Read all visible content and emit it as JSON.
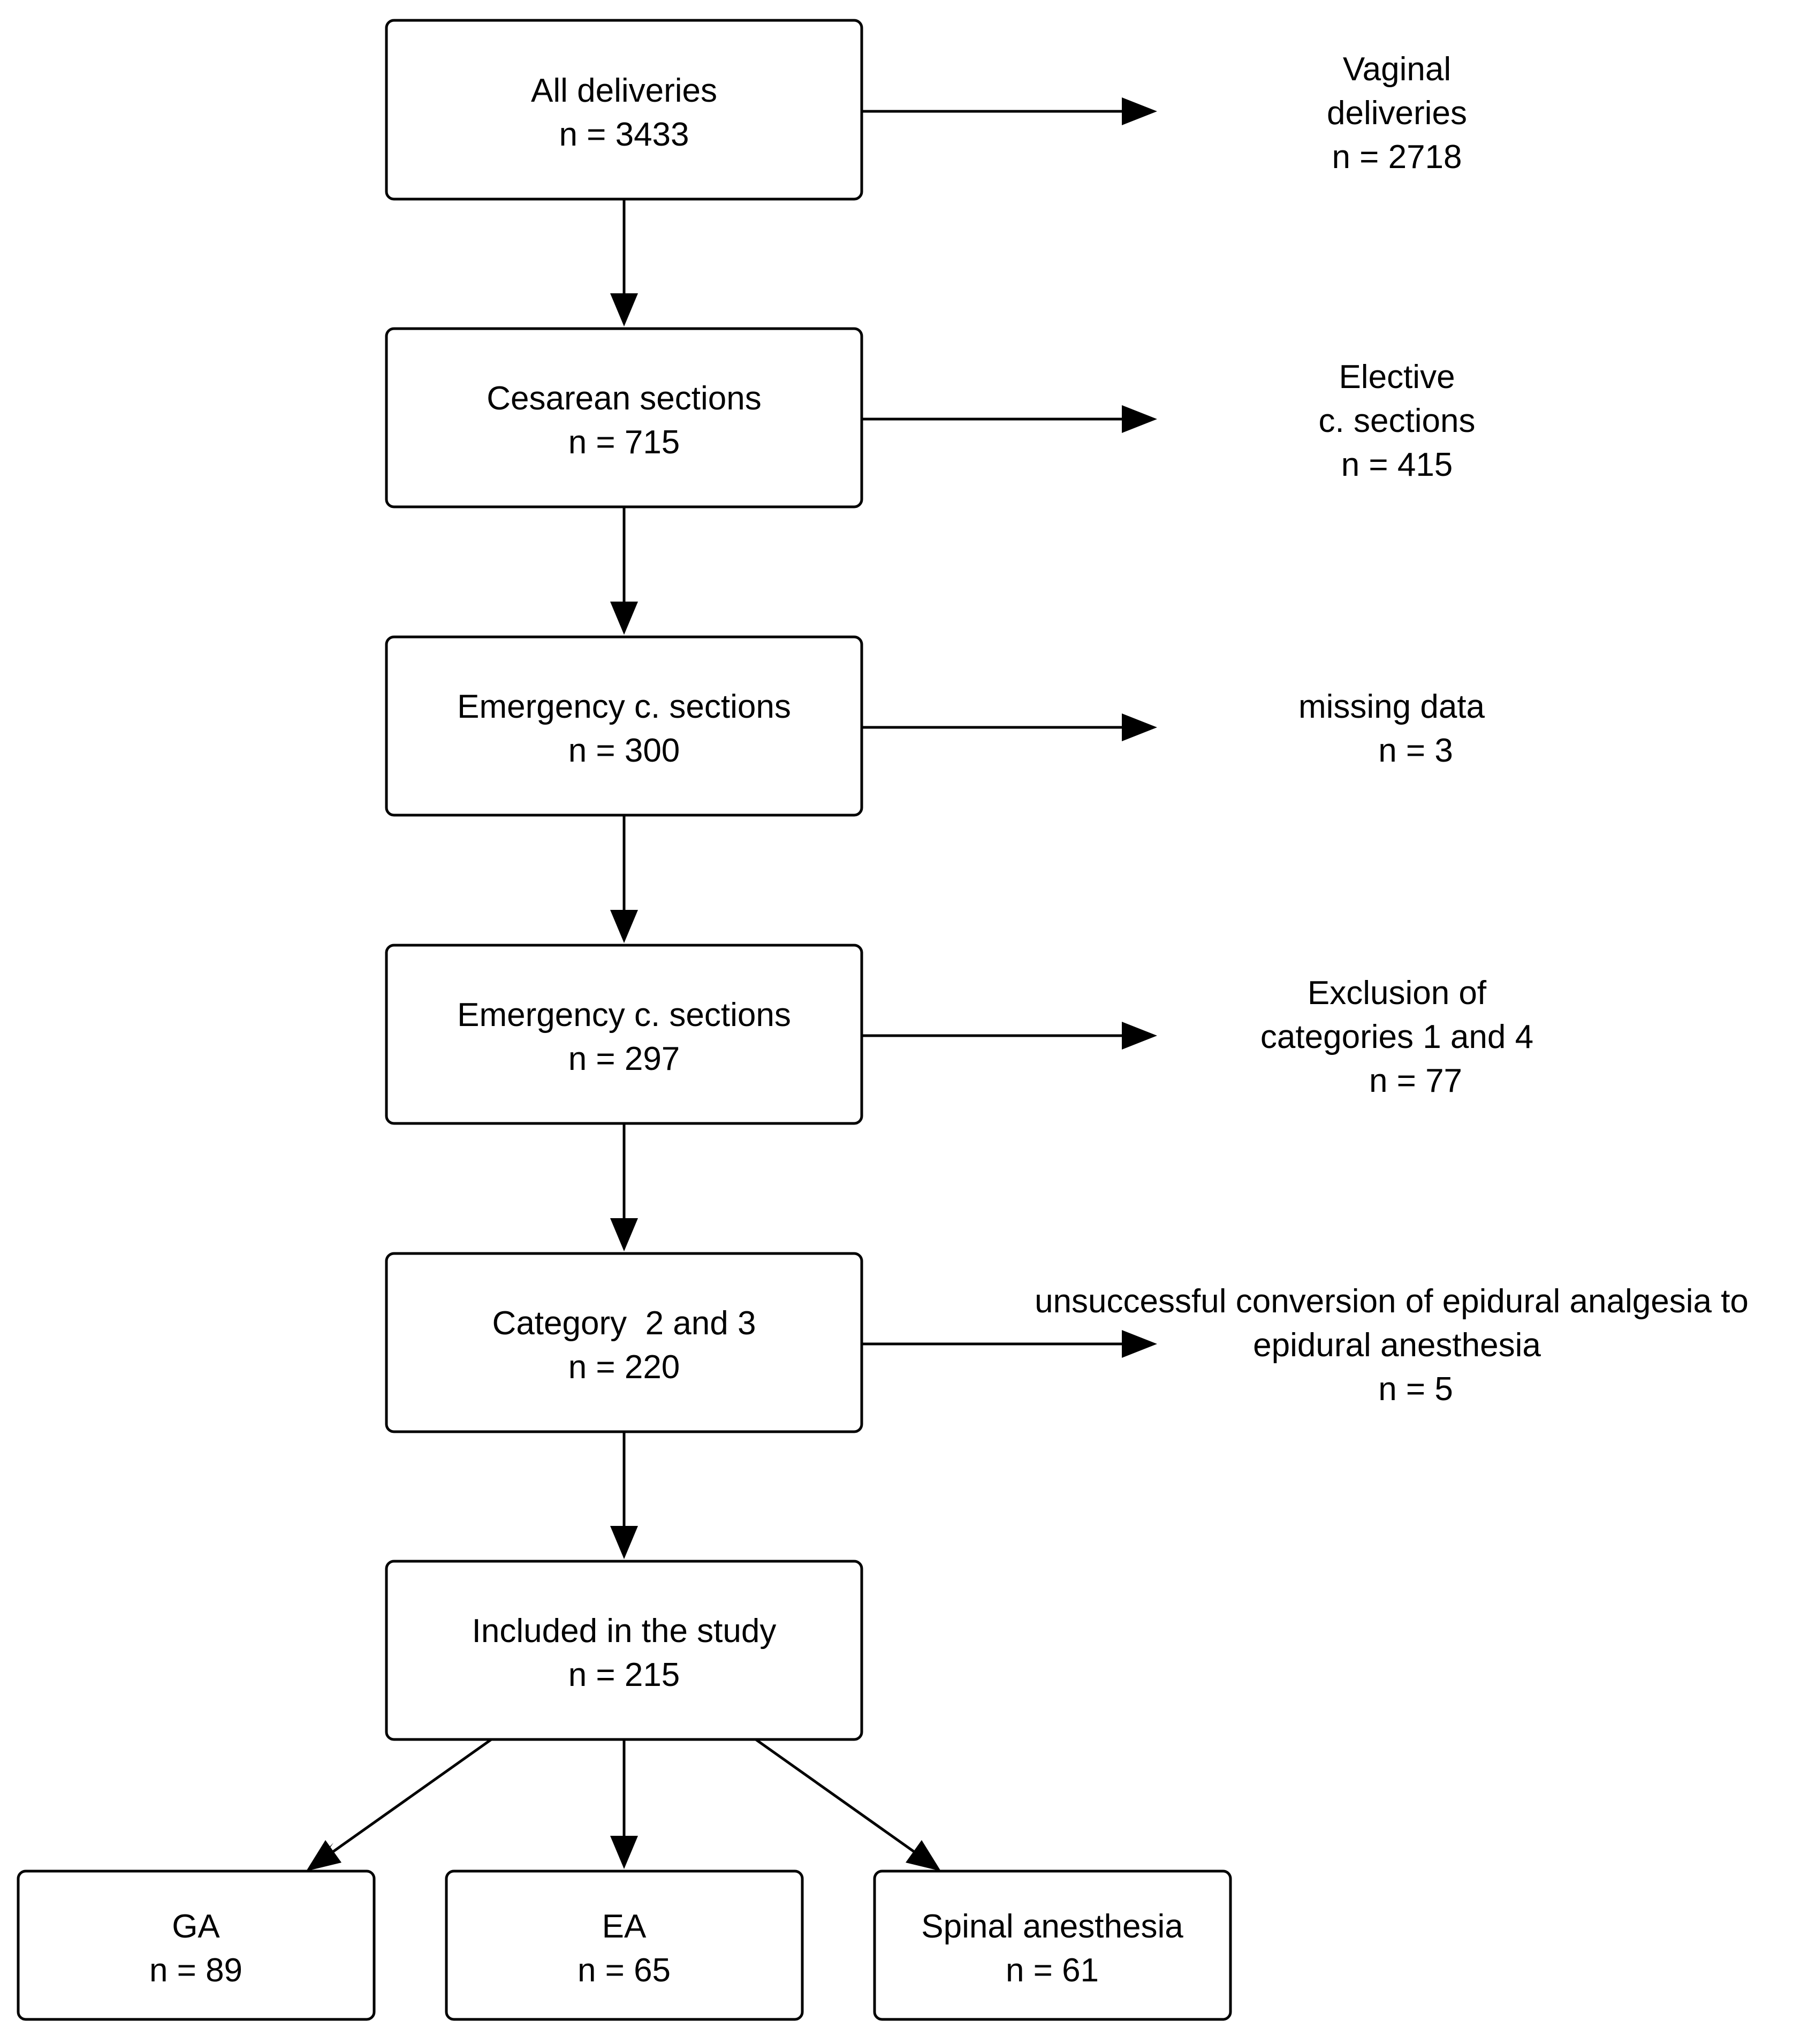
{
  "main_flow": [
    {
      "id": "all",
      "label": "All deliveries",
      "n": "n = 3433"
    },
    {
      "id": "cesarean",
      "label": "Cesarean sections",
      "n": "n = 715"
    },
    {
      "id": "emergency1",
      "label": "Emergency c. sections",
      "n": "n = 300"
    },
    {
      "id": "emergency2",
      "label": "Emergency c. sections",
      "n": "n = 297"
    },
    {
      "id": "category",
      "label": "Category  2 and 3",
      "n": "n = 220"
    },
    {
      "id": "included",
      "label": "Included in the study",
      "n": "n = 215"
    }
  ],
  "exclusions": [
    {
      "id": "vaginal",
      "lines": [
        "Vaginal",
        "deliveries",
        "n = 2718"
      ]
    },
    {
      "id": "elective",
      "lines": [
        "Elective",
        "c. sections",
        "n = 415"
      ]
    },
    {
      "id": "missing",
      "lines": [
        "missing data",
        "n = 3"
      ]
    },
    {
      "id": "excl-cat",
      "lines": [
        "Exclusion of",
        "categories 1 and 4",
        "n = 77"
      ]
    },
    {
      "id": "unsuccessful",
      "lines": [
        "unsuccessful conversion of epidural analgesia to",
        "epidural anesthesia",
        "n = 5"
      ]
    }
  ],
  "groups": [
    {
      "id": "ga",
      "label": "GA",
      "n": "n = 89"
    },
    {
      "id": "ea",
      "label": "EA",
      "n": "n = 65"
    },
    {
      "id": "spinal",
      "label": "Spinal anesthesia",
      "n": "n = 61"
    }
  ]
}
